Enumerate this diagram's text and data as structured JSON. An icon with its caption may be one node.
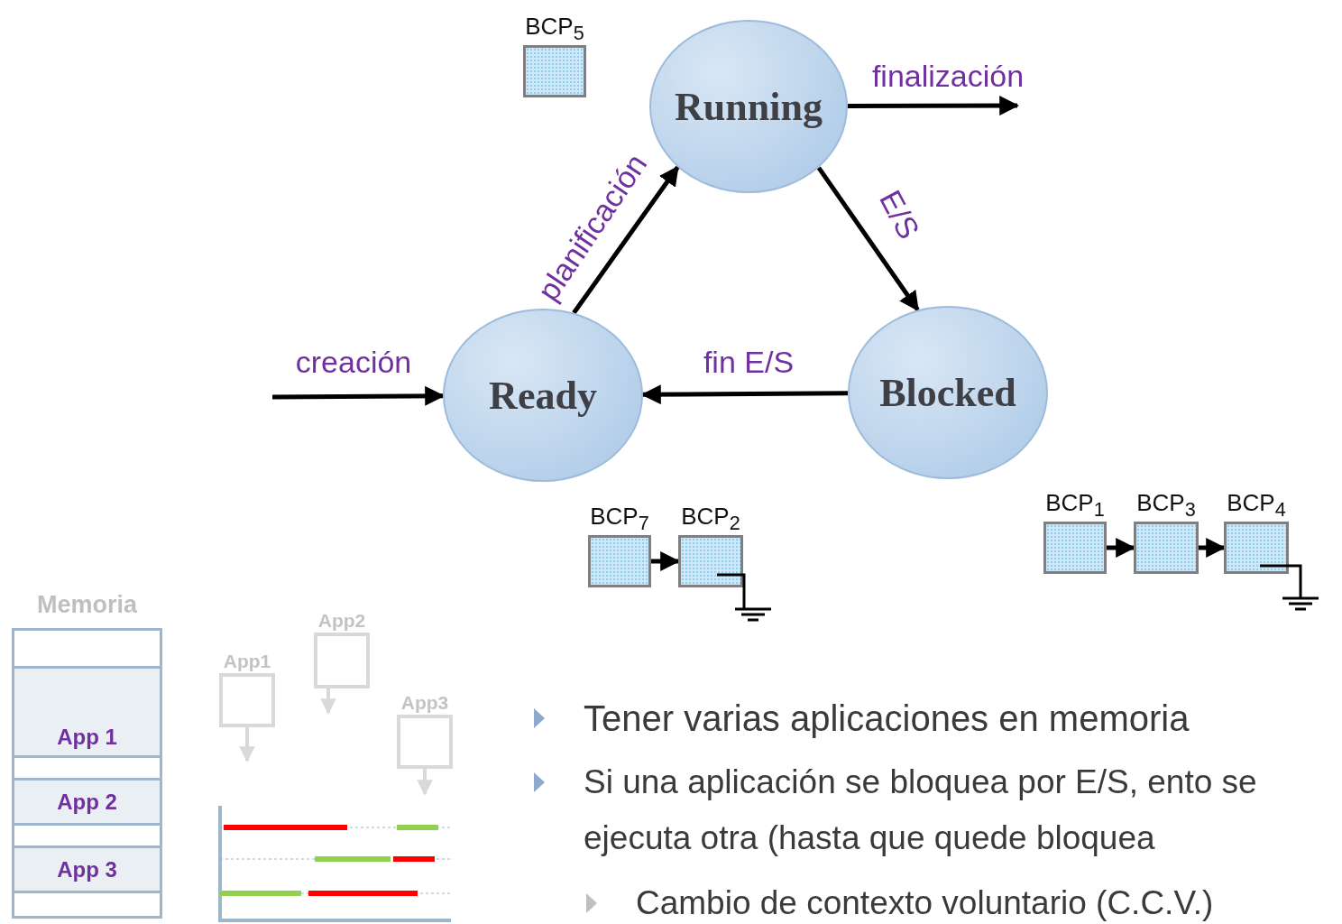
{
  "diagram": {
    "nodes": [
      {
        "text": [
          "Running"
        ]
      },
      {
        "text": [
          "Ready"
        ]
      },
      {
        "text": [
          "Blocked"
        ]
      },
      {
        "text": [
          "BCP$_{5}$"
        ]
      },
      {
        "text": [
          "BCP$_{7}$"
        ]
      },
      {
        "text": [
          "BCP$_{2}$"
        ]
      },
      {
        "text": [
          "BCP$_{1}$"
        ]
      },
      {
        "text": [
          "BCP$_{3}$"
        ]
      },
      {
        "text": [
          "BCP$_{4}$"
        ]
      },
      {
        "text": [
          "Memoria"
        ]
      },
      {
        "text": [],
        "shape": "box",
        "in": 9
      },
      {
        "text": [
          "App 1"
        ],
        "in": 9
      },
      {
        "text": [],
        "shape": "box",
        "in": 9
      },
      {
        "text": [
          "App 2"
        ],
        "in": 9
      },
      {
        "text": [],
        "shape": "box",
        "in": 9
      },
      {
        "text": [
          "App 3"
        ],
        "in": 9
      },
      {
        "text": [],
        "shape": "box",
        "in": 9
      },
      {
        "text": [
          "App1"
        ]
      },
      {
        "text": [
          "App2"
        ]
      },
      {
        "text": [
          "App3"
        ]
      }
    ],
    "edges": [
      {
        "from": null,
        "to": 1,
        "arrow": "to",
        "label": "creación"
      },
      {
        "from": 1,
        "to": 0,
        "arrow": "to",
        "label": "planificación"
      },
      {
        "from": 0,
        "to": null,
        "arrow": "to",
        "label": "finalización"
      },
      {
        "from": 0,
        "to": 2,
        "arrow": "to",
        "label": "E/S"
      },
      {
        "from": 2,
        "to": 1,
        "arrow": "to",
        "label": "fin E/S"
      },
      {
        "from": 4,
        "to": 5,
        "arrow": "to"
      },
      {
        "from": 6,
        "to": 7,
        "arrow": "to"
      },
      {
        "from": 7,
        "to": 8,
        "arrow": "to"
      },
      {
        "from": 17,
        "to": null,
        "arrow": "to",
        "color": "#d9d9d9"
      },
      {
        "from": 18,
        "to": null,
        "arrow": "to",
        "color": "#d9d9d9"
      },
      {
        "from": 19,
        "to": null,
        "arrow": "to",
        "color": "#d9d9d9"
      }
    ],
    "labels": [
      "Tener varias aplicaciones en memoria",
      "Si una aplicación se bloquea por E/S, ento se ejecuta otra (hasta que quede bloquea",
      "Cambio de contexto voluntario (C.C.V.)"
    ]
  }
}
